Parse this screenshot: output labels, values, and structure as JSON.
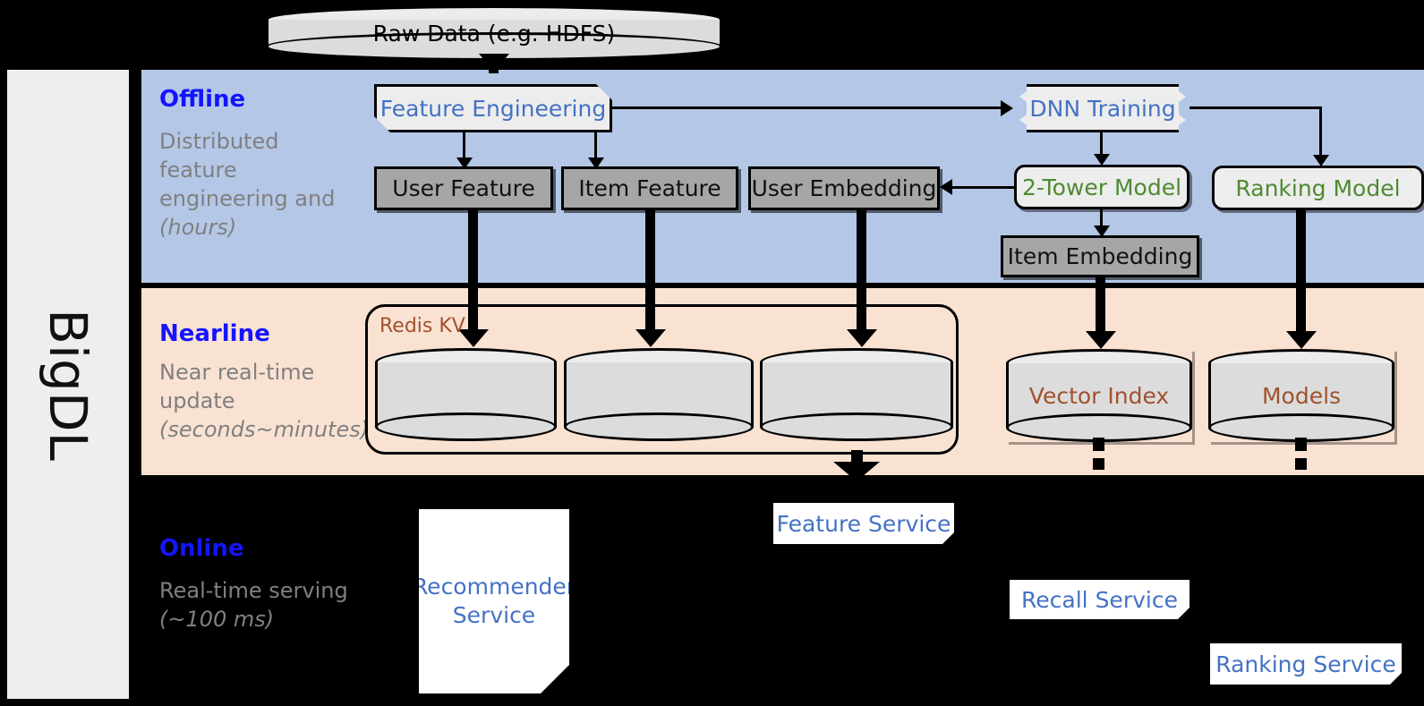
{
  "diagram": {
    "framework_label": "BigDL",
    "source": {
      "label": "Raw Data (e.g. HDFS)"
    },
    "layers": [
      {
        "id": "offline",
        "title": "Offline",
        "description": "Distributed feature engineering and ",
        "description_emphasis": "(hours)",
        "band_color": "#b4c7e7"
      },
      {
        "id": "nearline",
        "title": "Nearline",
        "description": "Near real-time update ",
        "description_emphasis": "(seconds~minutes)",
        "band_color": "#fae2d2"
      },
      {
        "id": "online",
        "title": "Online",
        "description": "Real-time serving ",
        "description_emphasis": "(~100 ms)",
        "band_color": "#000000"
      }
    ],
    "offline_nodes": {
      "feature_engineering": "Feature Engineering",
      "dnn_training": "DNN Training",
      "user_feature": "User Feature",
      "item_feature": "Item Feature",
      "user_embedding": "User Embedding",
      "two_tower_model": "2-Tower Model",
      "ranking_model": "Ranking Model",
      "item_embedding": "Item Embedding"
    },
    "nearline_nodes": {
      "redis_group": "Redis KV",
      "store_user_feature": "",
      "store_item_feature": "",
      "store_user_embedding": "",
      "vector_index": "Vector Index",
      "models": "Models"
    },
    "online_nodes": {
      "recommender_service": "Recommender Service",
      "feature_service": "Feature Service",
      "recall_service": "Recall Service",
      "ranking_service": "Ranking Service"
    },
    "colors": {
      "offline_band": "#b4c7e7",
      "nearline_band": "#fae2d2",
      "online_band": "#000000",
      "rail": "#eeeeee",
      "heading_blue": "#1414ff",
      "label_blue": "#4472c4",
      "label_green": "#4e8a33",
      "label_brown": "#a0522d",
      "gray_node": "#a6a6a6",
      "proc_node": "#ededed",
      "cylinder": "#dcdcdc",
      "sub_text_gray": "#808080"
    }
  }
}
